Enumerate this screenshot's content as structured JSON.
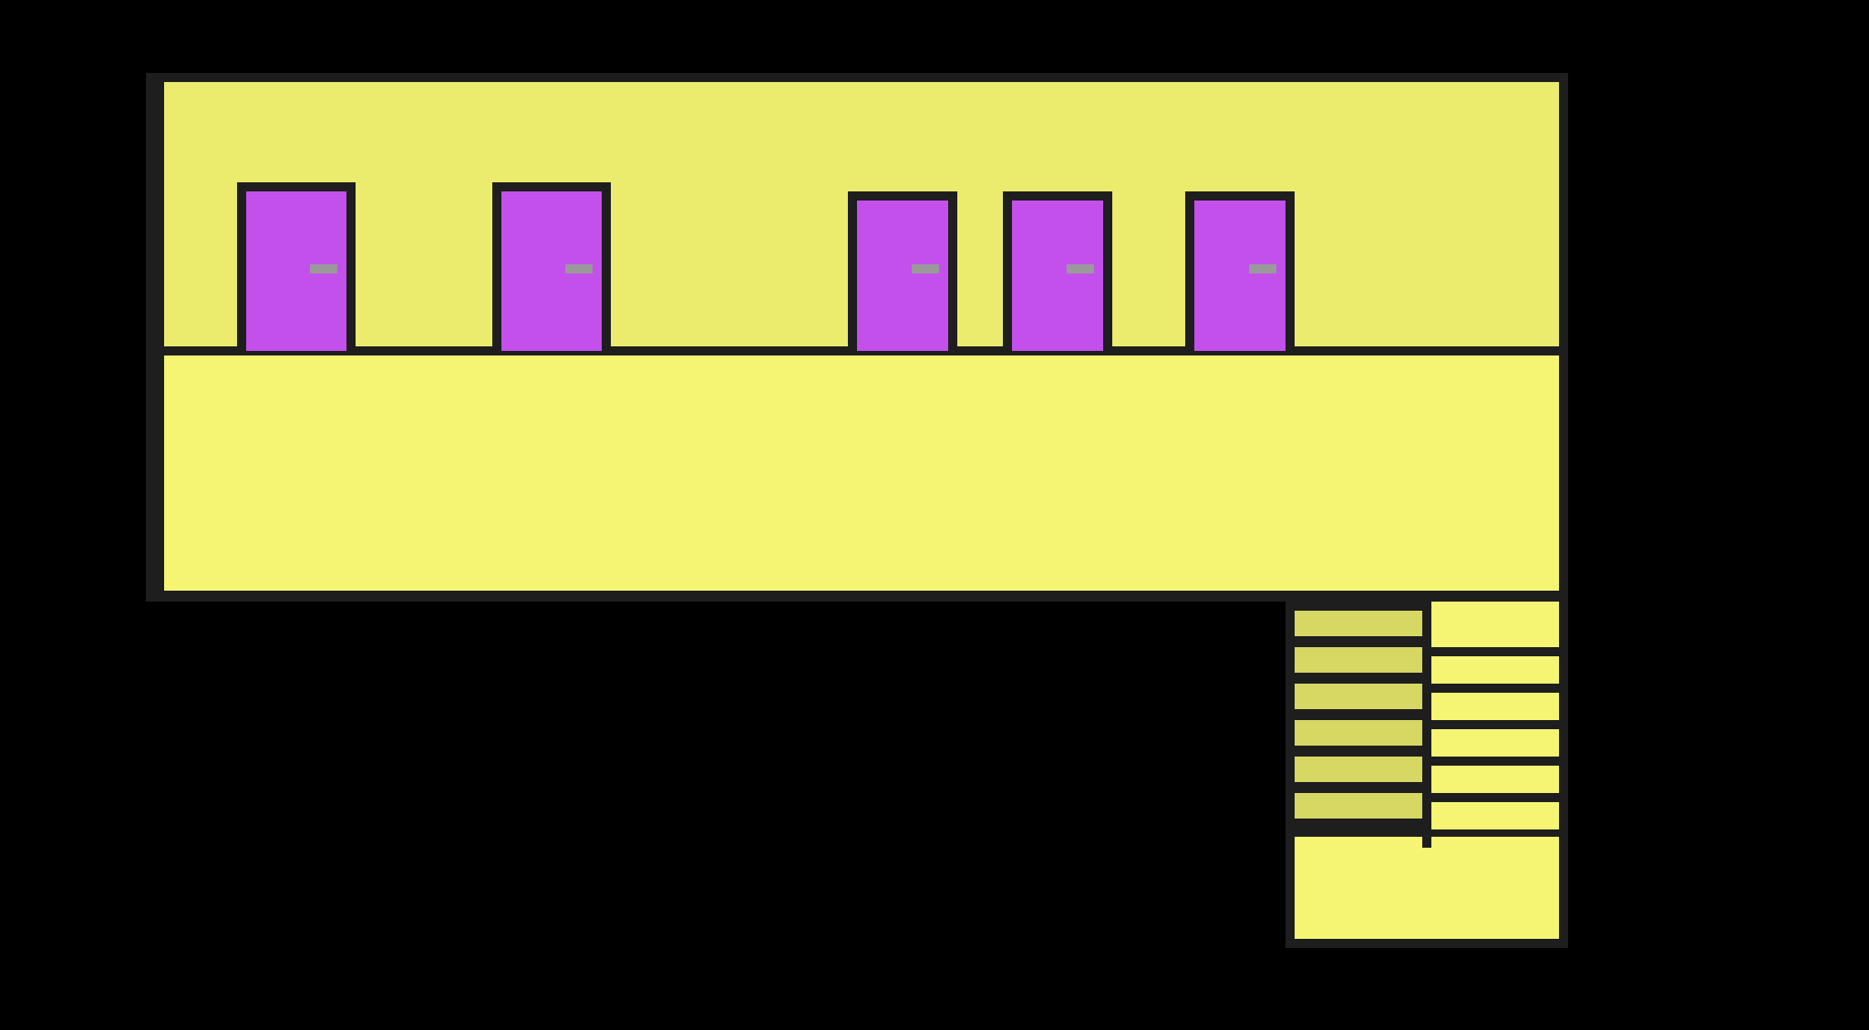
{
  "colors": {
    "background": "#000000",
    "outline": "#1e1e1e",
    "wall": "#ebeb6e",
    "floor": "#f5f573",
    "door": "#c350eb",
    "door_handle": "#9a9a9a",
    "stair_step_dark": "#d7d764",
    "stair_step_light": "#f5f573"
  },
  "scene": {
    "doors": [
      {
        "id": "door-1",
        "handle_icon": "door-handle-icon"
      },
      {
        "id": "door-2",
        "handle_icon": "door-handle-icon"
      },
      {
        "id": "door-3",
        "handle_icon": "door-handle-icon"
      },
      {
        "id": "door-4",
        "handle_icon": "door-handle-icon"
      },
      {
        "id": "door-5",
        "handle_icon": "door-handle-icon"
      }
    ],
    "staircase": {
      "left_steps": 6,
      "right_steps": 6
    }
  }
}
